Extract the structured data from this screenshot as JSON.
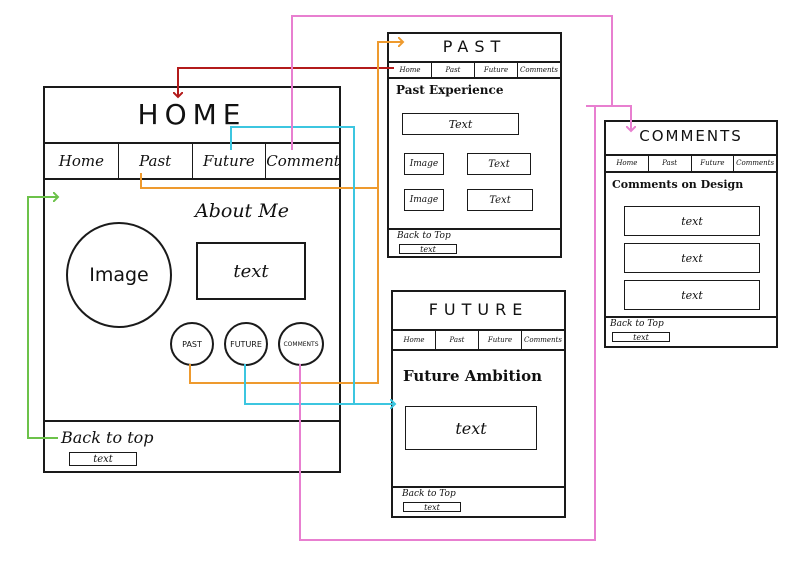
{
  "home": {
    "title": "HOME",
    "nav": [
      "Home",
      "Past",
      "Future",
      "Comments"
    ],
    "heading": "About Me",
    "image_label": "Image",
    "text_label": "text",
    "buttons": [
      "PAST",
      "FUTURE",
      "COMMENTS"
    ],
    "back_to_top": "Back to top",
    "footer_text": "text"
  },
  "past": {
    "title": "PAST",
    "nav": [
      "Home",
      "Past",
      "Future",
      "Comments"
    ],
    "heading": "Past Experience",
    "text_box": "Text",
    "rows": [
      {
        "image": "Image",
        "text": "Text"
      },
      {
        "image": "Image",
        "text": "Text"
      }
    ],
    "back_to_top": "Back to Top",
    "footer_text": "text"
  },
  "future": {
    "title": "FUTURE",
    "nav": [
      "Home",
      "Past",
      "Future",
      "Comments"
    ],
    "heading": "Future Ambition",
    "text_box": "text",
    "back_to_top": "Back to Top",
    "footer_text": "text"
  },
  "comments": {
    "title": "COMMENTS",
    "nav": [
      "Home",
      "Past",
      "Future",
      "Comments"
    ],
    "heading": "Comments on Design",
    "text_boxes": [
      "text",
      "text",
      "text"
    ],
    "back_to_top": "Back to Top",
    "footer_text": "text"
  },
  "colors": {
    "home_link": "#b31b1b",
    "past_link": "#ee9a2e",
    "future_link": "#3cc6e0",
    "comments_link": "#e87fd0",
    "back_to_top_link": "#6cc24a"
  }
}
